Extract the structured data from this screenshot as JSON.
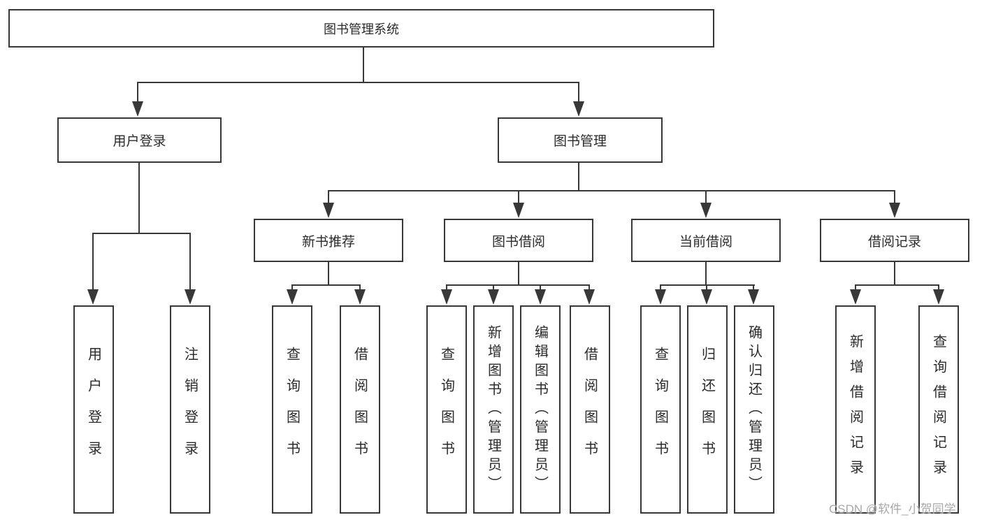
{
  "diagram": {
    "root": {
      "label": "图书管理系统"
    },
    "level2": [
      {
        "label": "用户登录"
      },
      {
        "label": "图书管理"
      }
    ],
    "level3": [
      {
        "label": "新书推荐"
      },
      {
        "label": "图书借阅"
      },
      {
        "label": "当前借阅"
      },
      {
        "label": "借阅记录"
      }
    ],
    "leaves": {
      "user_login": [
        {
          "label": "用户登录"
        },
        {
          "label": "注销登录"
        }
      ],
      "new_book": [
        {
          "label": "查询图书"
        },
        {
          "label": "借阅图书"
        }
      ],
      "book_borrow": [
        {
          "label": "查询图书"
        },
        {
          "label": "新增图书（管理员）"
        },
        {
          "label": "编辑图书（管理员）"
        },
        {
          "label": "借阅图书"
        }
      ],
      "current_borrow": [
        {
          "label": "查询图书"
        },
        {
          "label": "归还图书"
        },
        {
          "label": "确认归还（管理员）"
        }
      ],
      "borrow_record": [
        {
          "label": "新增借阅记录"
        },
        {
          "label": "查询借阅记录"
        }
      ]
    },
    "watermark": "CSDN @软件_小贺同学",
    "colors": {
      "line": "#383838",
      "text": "#2b2b2b",
      "watermark": "#a8a8a8",
      "background": "#ffffff"
    }
  }
}
